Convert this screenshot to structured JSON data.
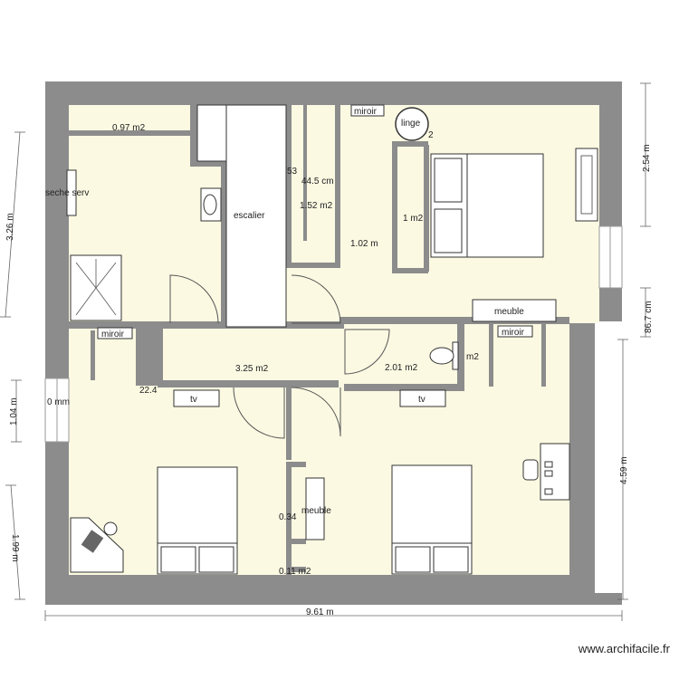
{
  "labels": {
    "area_0_97": "0.97 m2",
    "seche_serv": "seche serv",
    "escalier": "escalier",
    "miroir_top": "miroir",
    "linge": "linge",
    "linge_2": "2",
    "dim_53": "53",
    "dim_44_5": "44.5 cm",
    "area_1_52": "1.52 m2",
    "area_1": "1 m2",
    "dim_1_02": "1.02 m",
    "meuble_right": "meuble",
    "miroir_right": "miroir",
    "miroir_left": "miroir",
    "area_3_25": "3.25 m2",
    "area_2_01": "2.01 m2",
    "m2_wc": "m2",
    "dim_22_4": "22.4",
    "tv_left": "tv",
    "tv_right": "tv",
    "dim_0mm": "0 mm",
    "meuble_center": "meuble",
    "dim_0_34": "0.34",
    "area_0_11": "0.11 m2"
  },
  "dimensions": {
    "left_top": "3.26 m",
    "left_mid": "1.04 m",
    "left_bottom": "1.99 m",
    "right_top": "2.54 m",
    "right_mid": "86.7 cm",
    "right_bottom": "4.59 m",
    "bottom_total": "9.61 m"
  },
  "watermark": "www.archifacile.fr",
  "colors": {
    "wall": "#8c8c8c",
    "floor": "#fbf9e2",
    "furniture": "#ffffff",
    "line": "#333333"
  }
}
